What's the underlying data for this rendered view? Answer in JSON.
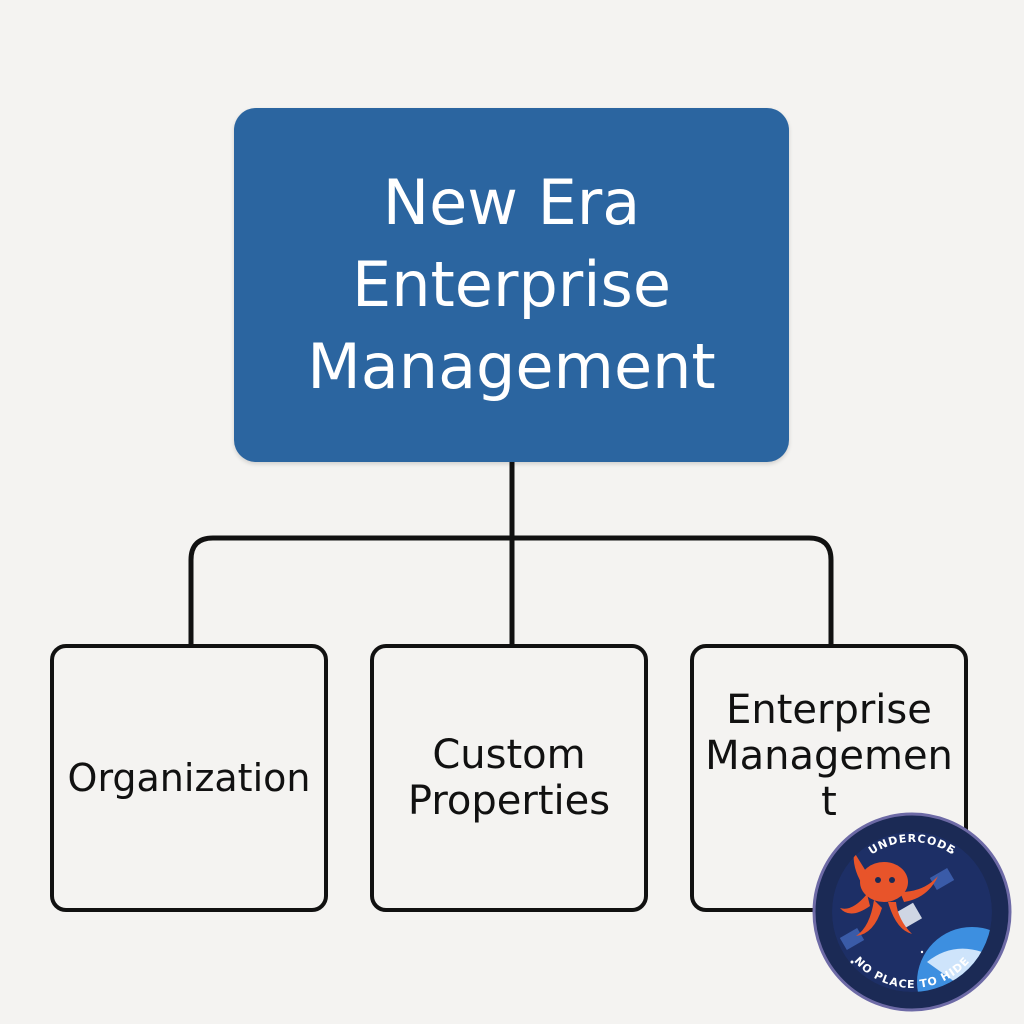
{
  "diagram": {
    "root": {
      "label": "New Era Enterprise Management"
    },
    "children": [
      {
        "label": "Organization"
      },
      {
        "label": "Custom Properties"
      },
      {
        "label": "Enterprise Management"
      }
    ]
  },
  "badge": {
    "top_text": "UNDERCODE",
    "bottom_text": "NO PLACE TO HIDE",
    "colors": {
      "ring": "#1b2a55",
      "space": "#1d2f66",
      "octopus": "#e8542a",
      "planet": "#3d8fe0"
    }
  },
  "colors": {
    "background": "#f4f3f1",
    "root_fill": "#2b65a0",
    "root_text": "#ffffff",
    "lines": "#111111"
  }
}
